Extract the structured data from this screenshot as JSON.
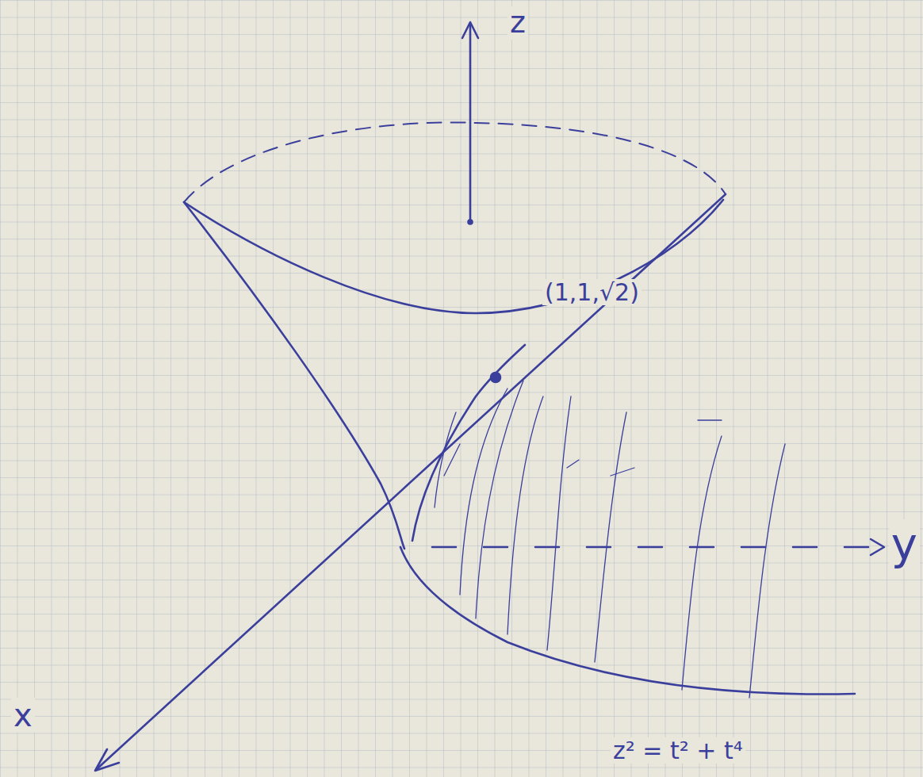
{
  "diagram": {
    "labels": [
      "z",
      "y",
      "x",
      "(1,1,√2)",
      "z² = t² + t⁴"
    ]
  }
}
